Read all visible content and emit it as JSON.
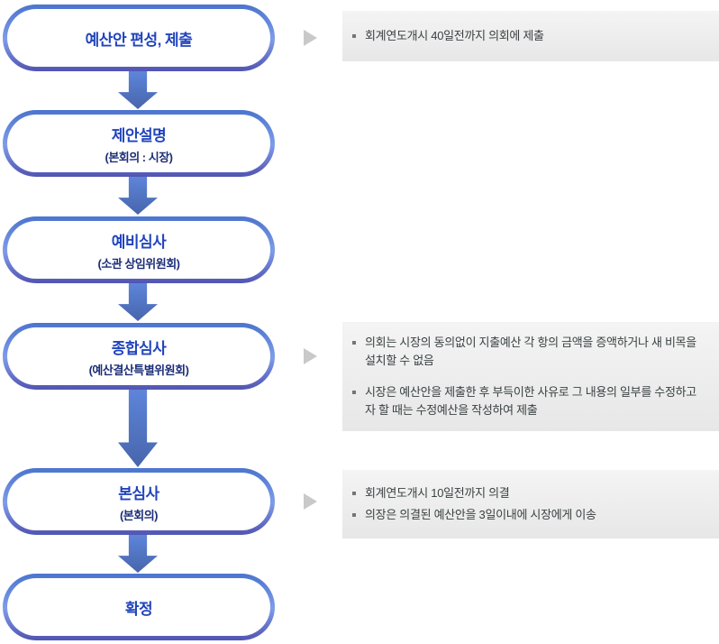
{
  "colors": {
    "pill_border_top": "#4b74ce",
    "pill_border_mid": "#7e9ce8",
    "pill_border_bottom": "#5254b2",
    "pill_fill": "#ffffff",
    "step_title_text": "#2144bc",
    "step_subtitle_text": "#1d2e78",
    "arrow_gradient_top": "#5e85da",
    "arrow_gradient_bottom": "#4765ab",
    "note_background_top": "#f4f4f4",
    "note_background_bottom": "#e7e7e7",
    "note_text": "#3a4142",
    "marker_triangle": "#c9c9c9"
  },
  "flow": {
    "steps": [
      {
        "title": "예산안 편성, 제출"
      },
      {
        "title": "제안설명",
        "subtitle": "(본회의 : 시장)"
      },
      {
        "title": "예비심사",
        "subtitle": "(소관 상임위원회)"
      },
      {
        "title": "종합심사",
        "subtitle": "(예산결산특별위원회)"
      },
      {
        "title": "본심사",
        "subtitle": "(본회의)"
      },
      {
        "title": "확정"
      }
    ]
  },
  "notes": [
    {
      "items": [
        "회계연도개시 40일전까지 의회에 제출"
      ]
    },
    {
      "items": [
        "의회는 시장의 동의없이 지출예산 각 항의 금액을 증액하거나 새 비목을 설치할 수 없음",
        "시장은 예산안을 제출한 후 부득이한 사유로 그 내용의 일부를 수정하고자 할 때는 수정예산을 작성하여 제출"
      ]
    },
    {
      "items": [
        "회계연도개시 10일전까지 의결",
        "의장은 의결된 예산안을 3일이내에 시장에게 이송"
      ]
    }
  ]
}
